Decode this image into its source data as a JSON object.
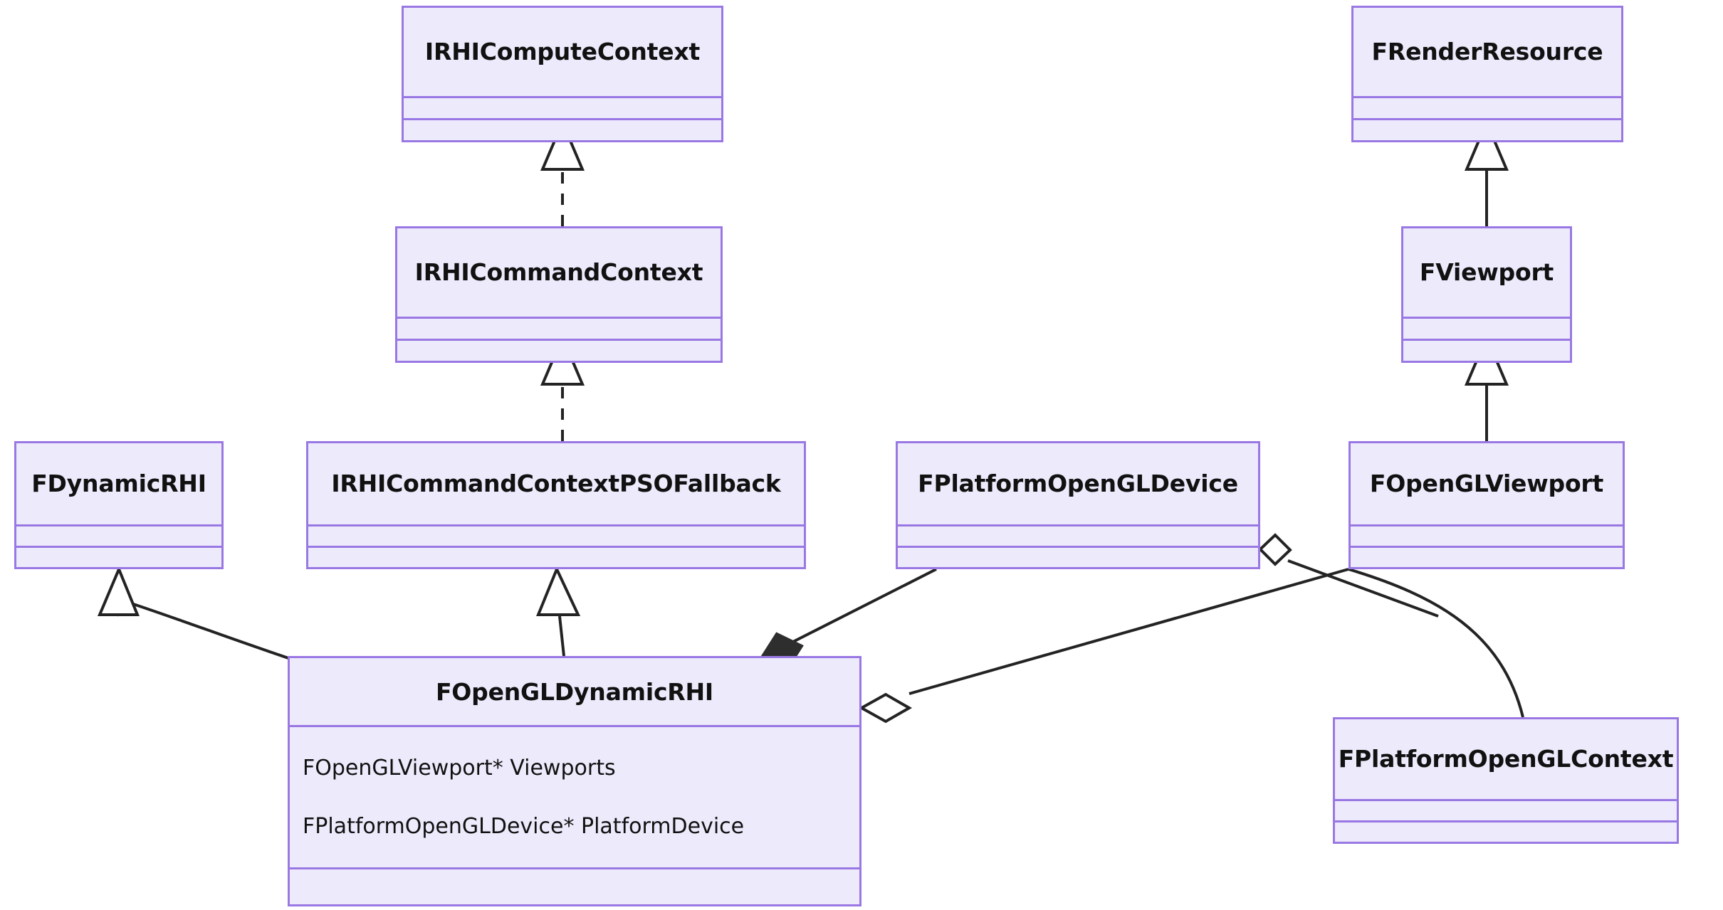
{
  "diagram": {
    "kind": "uml-class-diagram",
    "title": "",
    "colors": {
      "box_fill": "#ECEAFB",
      "box_border": "#9A78E4",
      "edge_stroke": "#232323",
      "text": "#111111",
      "background": "#FFFFFF"
    }
  },
  "classes": [
    {
      "id": "irhicomputecontext",
      "name": "IRHIComputeContext",
      "attributes": [],
      "operations": []
    },
    {
      "id": "frenderresource",
      "name": "FRenderResource",
      "attributes": [],
      "operations": []
    },
    {
      "id": "irhicommandcontext",
      "name": "IRHICommandContext",
      "attributes": [],
      "operations": []
    },
    {
      "id": "fviewport",
      "name": "FViewport",
      "attributes": [],
      "operations": []
    },
    {
      "id": "fdynamicrhi",
      "name": "FDynamicRHI",
      "attributes": [],
      "operations": []
    },
    {
      "id": "psofallback",
      "name": "IRHICommandContextPSOFallback",
      "attributes": [],
      "operations": []
    },
    {
      "id": "fplatformopengldevice",
      "name": "FPlatformOpenGLDevice",
      "attributes": [],
      "operations": []
    },
    {
      "id": "fopenglviewport",
      "name": "FOpenGLViewport",
      "attributes": [],
      "operations": []
    },
    {
      "id": "fopengldynamicrhi",
      "name": "FOpenGLDynamicRHI",
      "attributes": [
        "FOpenGLViewport* Viewports",
        "FPlatformOpenGLDevice* PlatformDevice"
      ],
      "operations": []
    },
    {
      "id": "fplatformopenglcontext",
      "name": "FPlatformOpenGLContext",
      "attributes": [],
      "operations": []
    }
  ],
  "relationships": [
    {
      "id": "rel-cmdctx-realizes-computectx",
      "type": "realization",
      "from": "irhicommandcontext",
      "to": "irhicomputecontext",
      "line": "dashed",
      "head": "hollow-triangle"
    },
    {
      "id": "rel-psofallback-realizes-cmdctx",
      "type": "realization",
      "from": "psofallback",
      "to": "irhicommandcontext",
      "line": "dashed",
      "head": "hollow-triangle"
    },
    {
      "id": "rel-fviewport-extends-frenderresource",
      "type": "generalization",
      "from": "fviewport",
      "to": "frenderresource",
      "line": "solid",
      "head": "hollow-triangle"
    },
    {
      "id": "rel-fopenglviewport-extends-fviewport",
      "type": "generalization",
      "from": "fopenglviewport",
      "to": "fviewport",
      "line": "solid",
      "head": "hollow-triangle"
    },
    {
      "id": "rel-fopengldynamicrhi-extends-fdynamicrhi",
      "type": "generalization",
      "from": "fopengldynamicrhi",
      "to": "fdynamicrhi",
      "line": "solid",
      "head": "hollow-triangle"
    },
    {
      "id": "rel-fopengldynamicrhi-extends-psofallback",
      "type": "generalization",
      "from": "fopengldynamicrhi",
      "to": "psofallback",
      "line": "solid",
      "head": "hollow-triangle"
    },
    {
      "id": "rel-fopengldynamicrhi-composes-fplatformopengldevice",
      "type": "composition",
      "from": "fopengldynamicrhi",
      "to": "fplatformopengldevice",
      "line": "solid",
      "head": "filled-diamond"
    },
    {
      "id": "rel-fopengldynamicrhi-aggregates-fopenglviewport",
      "type": "aggregation",
      "from": "fopengldynamicrhi",
      "to": "fopenglviewport",
      "line": "solid",
      "head": "hollow-diamond"
    },
    {
      "id": "rel-fplatformopengldevice-aggregates-fopenglviewport",
      "type": "aggregation",
      "from": "fplatformopengldevice",
      "to": "fopenglviewport",
      "line": "solid",
      "head": "hollow-diamond"
    },
    {
      "id": "rel-fopenglviewport-uses-fplatformopenglcontext",
      "type": "association",
      "from": "fopenglviewport",
      "to": "fplatformopenglcontext",
      "line": "solid",
      "head": "none"
    }
  ]
}
